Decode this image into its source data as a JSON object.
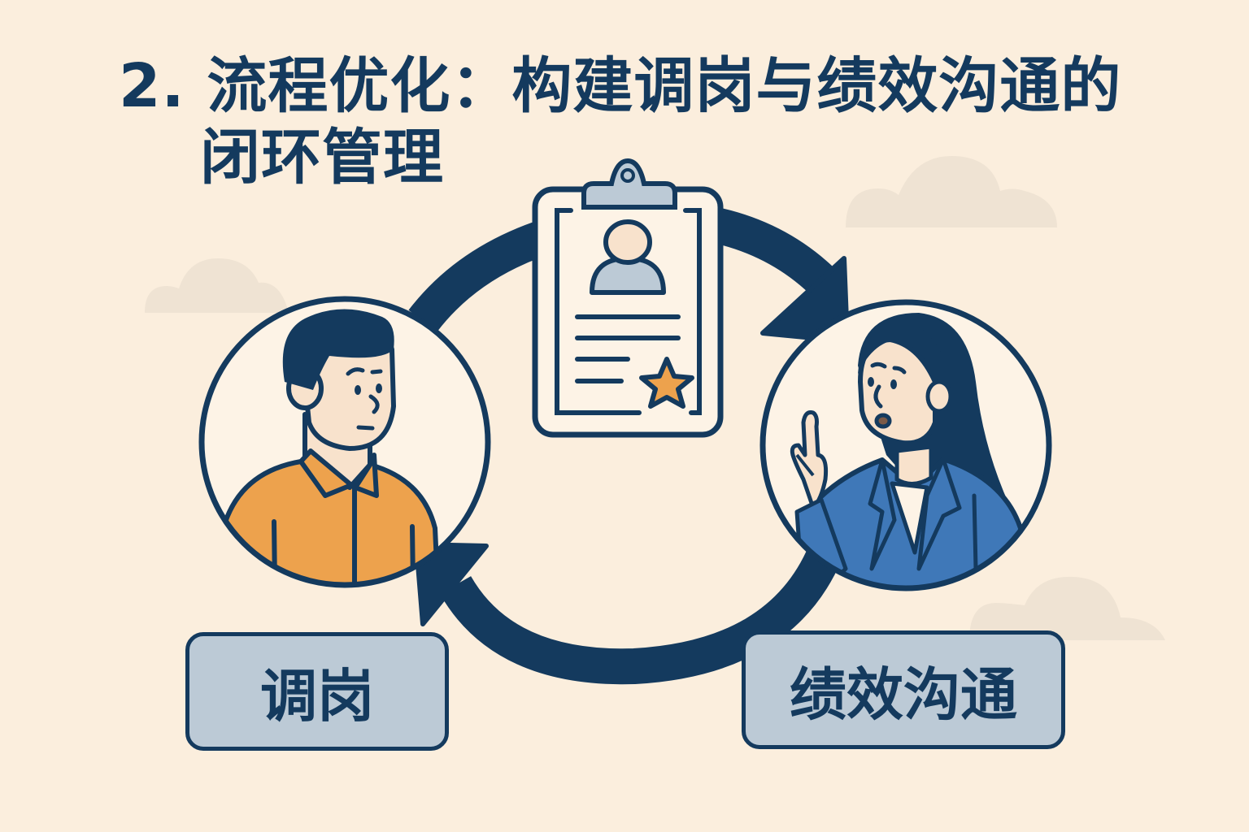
{
  "title": {
    "line1": "2. 流程优化：构建调岗与绩效沟通的",
    "line2": "闭环管理"
  },
  "labels": {
    "left": "调岗",
    "right": "绩效沟通"
  },
  "icons": {
    "center": "clipboard-resume-icon",
    "left_person": "man-employee-avatar",
    "right_person": "woman-manager-avatar",
    "cycle": "circular-arrows-icon",
    "decoration": "cloud-icon"
  },
  "colors": {
    "background": "#fbeedd",
    "navy": "#143a5e",
    "label_fill": "#bccad6",
    "orange": "#eda24d",
    "blue_jacket": "#3f78b8",
    "skin": "#f8e2cc",
    "cloud": "#efe3d3"
  }
}
